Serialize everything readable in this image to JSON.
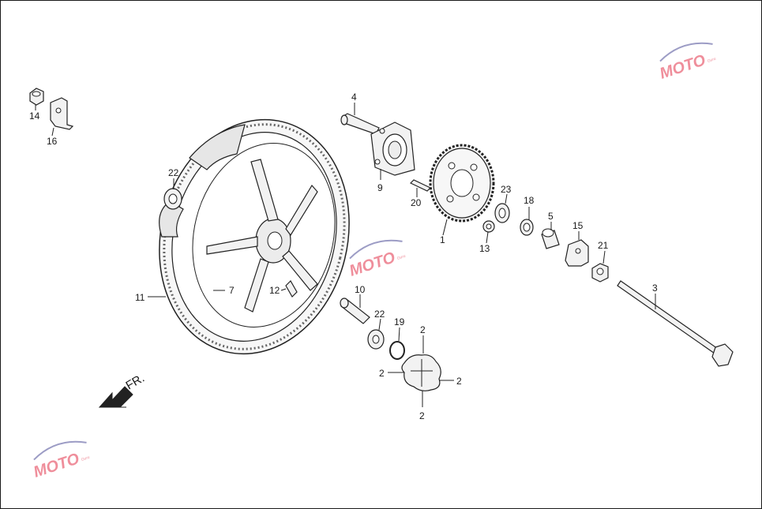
{
  "direction_label": "FR.",
  "watermark": {
    "logo_text": "MOTO",
    "tagline": "Guru"
  },
  "callouts": {
    "c1": "1",
    "c2a": "2",
    "c2b": "2",
    "c2c": "2",
    "c2d": "2",
    "c3": "3",
    "c4": "4",
    "c5": "5",
    "c7": "7",
    "c9": "9",
    "c10": "10",
    "c11": "11",
    "c12": "12",
    "c13": "13",
    "c14": "14",
    "c15": "15",
    "c16": "16",
    "c18": "18",
    "c19": "19",
    "c20": "20",
    "c21": "21",
    "c22a": "22",
    "c22b": "22",
    "c23": "23"
  },
  "colors": {
    "line": "#222222",
    "watermark": "#e2334a",
    "watermark_secondary": "#3a3a8c"
  }
}
